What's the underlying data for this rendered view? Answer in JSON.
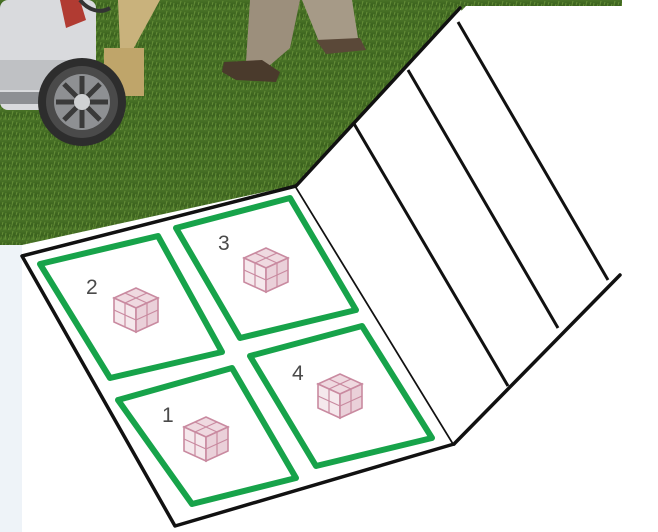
{
  "photo": {
    "description_icons": [
      "gpr-cart",
      "operator-legs"
    ],
    "colors": {
      "grass_dark": "#2f4f17",
      "grass_light": "#6e9a3a",
      "cart_body": "#d9dadd",
      "wheel": "#3a3a3a",
      "handle": "#c9b27c",
      "pants": "#9c8f7c",
      "shoe": "#4a3a2c"
    }
  },
  "diagram": {
    "colors": {
      "outline": "#111111",
      "box": "#17a34a",
      "cube": "#c98aa0",
      "paper": "#ffffff"
    },
    "boxes": [
      {
        "id": "box-1",
        "label": "1"
      },
      {
        "id": "box-2",
        "label": "2"
      },
      {
        "id": "box-3",
        "label": "3"
      },
      {
        "id": "box-4",
        "label": "4"
      }
    ]
  }
}
